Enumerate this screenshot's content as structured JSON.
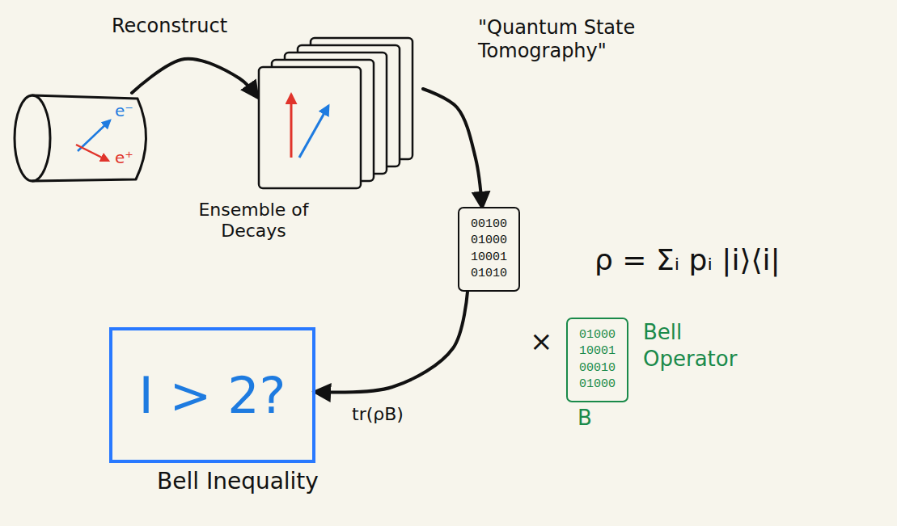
{
  "diagram": {
    "nodes": [
      {
        "text": [
          "e⁻",
          "e⁺"
        ]
      },
      {
        "text": [
          "Ensemble of Decays"
        ]
      },
      {
        "text": [
          "00100 01000 10001 01010"
        ]
      },
      {
        "text": [
          "I > 2?",
          "Bell Inequality"
        ]
      },
      {
        "text": [
          "01000 10001 00010 01000",
          "Bell Operator",
          "B"
        ]
      }
    ],
    "edges": [
      {
        "from": 0,
        "to": 1,
        "arrow": "to",
        "label": "Reconstruct"
      },
      {
        "from": 1,
        "to": 2,
        "arrow": "to",
        "label": "\"Quantum State Tomography\""
      },
      {
        "from": 2,
        "to": 3,
        "arrow": "to",
        "label": "tr(ρB)"
      }
    ],
    "labels": [
      "ρ = Σᵢ pᵢ |i⟩⟨i|",
      "×"
    ]
  }
}
